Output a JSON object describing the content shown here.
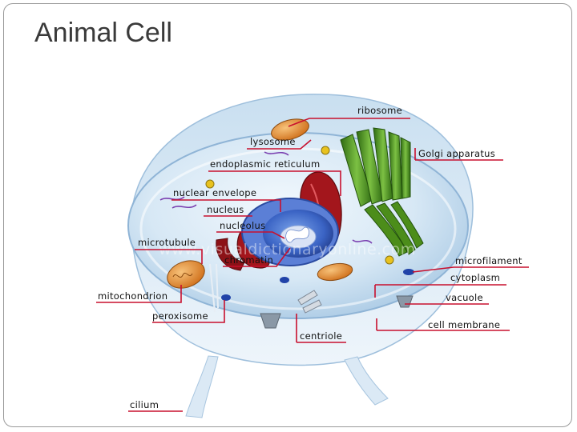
{
  "slide": {
    "title": "Animal Cell",
    "watermark": "www.visualdictionaryonline.com"
  },
  "labels": {
    "ribosome": "ribosome",
    "lysosome": "lysosome",
    "golgi_apparatus": "Golgi apparatus",
    "endoplasmic_reticulum": "endoplasmic reticulum",
    "nuclear_envelope": "nuclear envelope",
    "nucleus": "nucleus",
    "nucleolus": "nucleolus",
    "microtubule": "microtubule",
    "chromatin": "chromatin",
    "microfilament": "microfilament",
    "cytoplasm": "cytoplasm",
    "mitochondrion": "mitochondrion",
    "vacuole": "vacuole",
    "peroxisome": "peroxisome",
    "cell_membrane": "cell membrane",
    "centriole": "centriole",
    "cilium": "cilium"
  },
  "colors": {
    "leader_line": "#c8102e",
    "cytoplasm": "#dbeaf6",
    "cell_edge": "#a9c9e4",
    "nucleus": "#3a63c4",
    "er": "#a3161c",
    "golgi": "#5a9a1e",
    "mitochondrion": "#e08a2a"
  }
}
